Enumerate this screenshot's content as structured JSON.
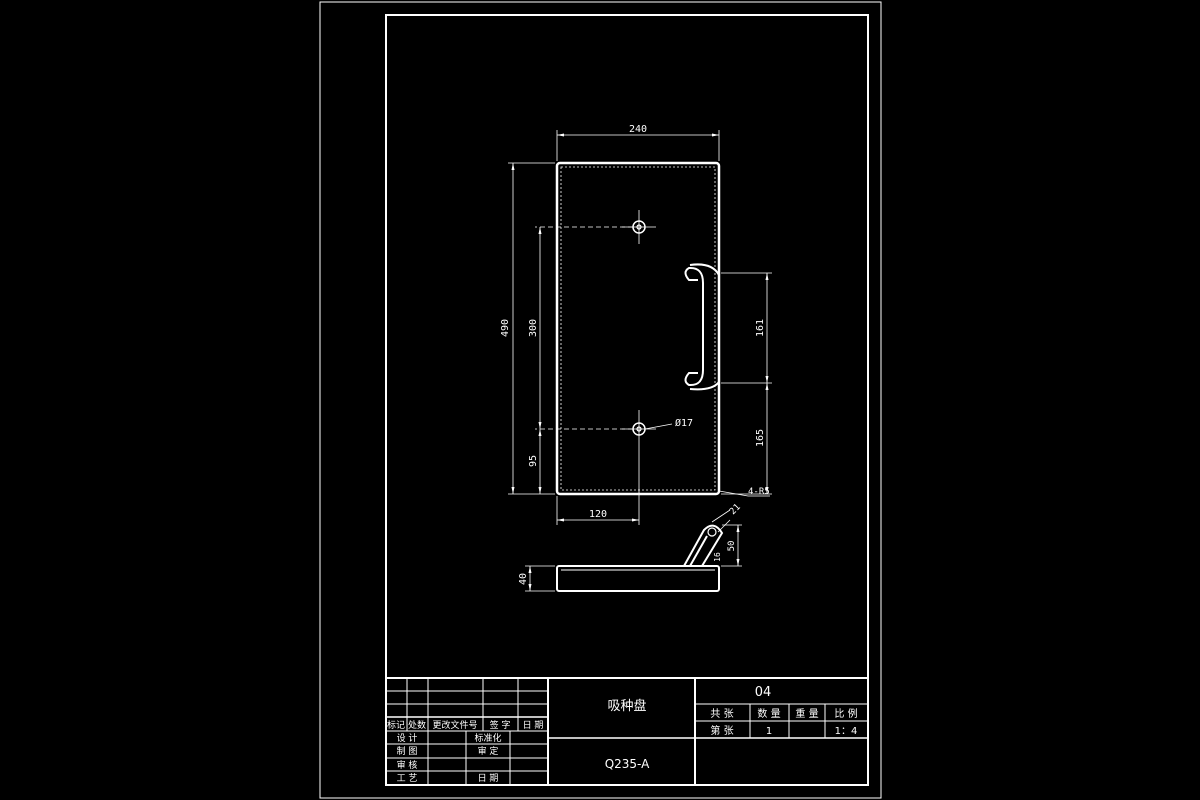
{
  "colors": {
    "background": "#000000",
    "lines": "#ffffff"
  },
  "drawing": {
    "dims": {
      "width": "240",
      "height": "490",
      "hole_spacing": "300",
      "bottom_offset": "95",
      "handle_length": "161",
      "handle_offset": "165",
      "hole_x": "120",
      "hole_dia": "Ø17",
      "corner": "4-R5",
      "side_thick": "40",
      "handle_width": "21",
      "handle_height": "50",
      "handle_base": "16"
    }
  },
  "title_block": {
    "part_name": "吸种盘",
    "material": "Q235-A",
    "drawing_no": "04",
    "total_sheets_label": "共  张",
    "quantity_label": "数 量",
    "weight_label": "重 量",
    "scale_label": "比 例",
    "sheet_no_label": "第  张",
    "quantity_value": "1",
    "scale_value": "1：4",
    "rev_headers": [
      "标记",
      "处数",
      "更改文件号",
      "签 字",
      "日 期"
    ],
    "roles": [
      "设 计",
      "制 图",
      "审 核",
      "工 艺"
    ],
    "std_label": "标准化",
    "review_label": "审 定",
    "date_label": "日 期"
  }
}
